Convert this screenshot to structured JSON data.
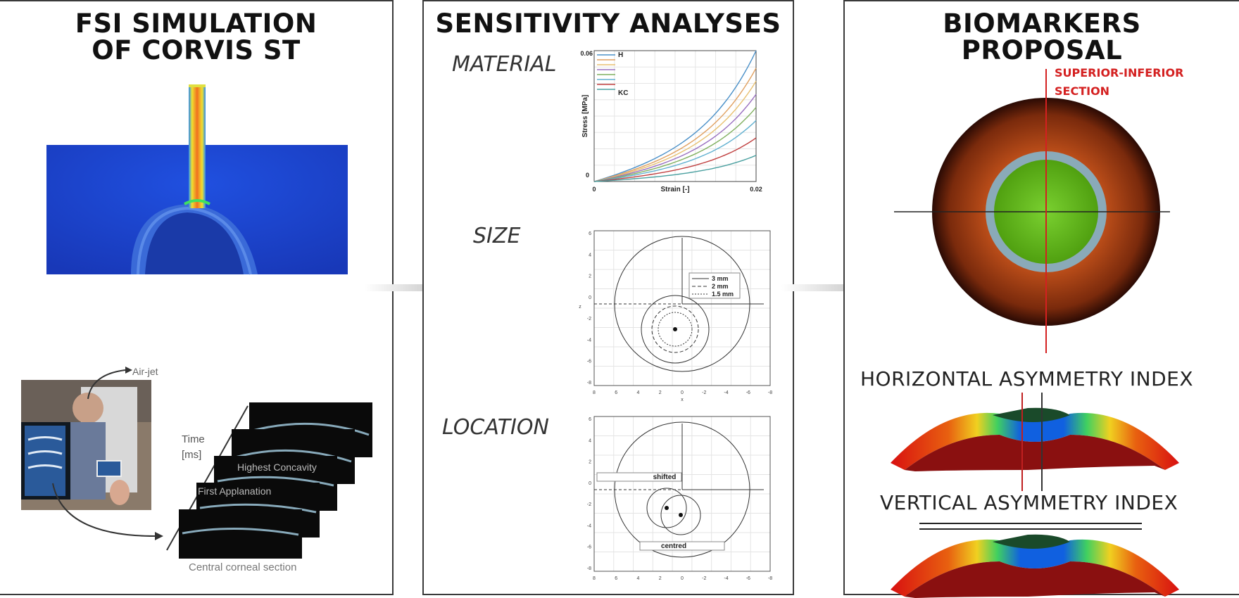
{
  "panels": {
    "left": {
      "title_line1": "FSI SIMULATION",
      "title_line2": "OF CORVIS ST",
      "airjet_label": "Air-jet",
      "time_label": "Time",
      "time_unit": "[ms]",
      "frame_labels": [
        "Highest Concavity",
        "First Applanation"
      ],
      "section_label": "Central corneal section"
    },
    "middle": {
      "title": "SENSITIVITY ANALYSES",
      "material_label": "MATERIAL",
      "size_label": "SIZE",
      "location_label": "LOCATION"
    },
    "right": {
      "title_line1": "BIOMARKERS",
      "title_line2": "PROPOSAL",
      "section_label_line1": "SUPERIOR-INFERIOR",
      "section_label_line2": "SECTION",
      "horizontal_label": "HORIZONTAL ASYMMETRY INDEX",
      "vertical_label": "VERTICAL ASYMMETRY INDEX"
    }
  },
  "colors": {
    "accent_red": "#d42020",
    "arrow_gray": "#c8c8c8",
    "sim_blue": "#1f4fd8"
  },
  "chart_data": [
    {
      "type": "line",
      "title": "",
      "xlabel": "Strain [-]",
      "ylabel": "Stress [MPa]",
      "xlim": [
        0,
        0.02
      ],
      "ylim": [
        0,
        0.06
      ],
      "x_tick_labels": [
        "0",
        "0.02"
      ],
      "y_tick_labels": [
        "0",
        "0.06"
      ],
      "legend_top": "H",
      "legend_bottom": "KC",
      "series": [
        {
          "color": "#4a90c8",
          "end_value": 0.06
        },
        {
          "color": "#e0a060",
          "end_value": 0.052
        },
        {
          "color": "#e8c070",
          "end_value": 0.046
        },
        {
          "color": "#9a70c0",
          "end_value": 0.04
        },
        {
          "color": "#80b060",
          "end_value": 0.034
        },
        {
          "color": "#60b0d0",
          "end_value": 0.028
        },
        {
          "color": "#c04040",
          "end_value": 0.02
        },
        {
          "color": "#4aa0a0",
          "end_value": 0.012
        }
      ]
    },
    {
      "type": "scatter",
      "title": "",
      "xlabel": "x",
      "ylabel": "z",
      "x_tick_labels": [
        "8",
        "6",
        "4",
        "2",
        "0",
        "-2",
        "-4",
        "-6",
        "-8"
      ],
      "y_tick_labels": [
        "6",
        "4",
        "2",
        "0",
        "-2",
        "-4",
        "-6",
        "-8"
      ],
      "legend": [
        "3 mm",
        "2 mm",
        "1.5 mm"
      ]
    },
    {
      "type": "scatter",
      "title": "",
      "x_tick_labels": [
        "8",
        "6",
        "4",
        "2",
        "0",
        "-2",
        "-4",
        "-6",
        "-8"
      ],
      "y_tick_labels": [
        "6",
        "4",
        "2",
        "0",
        "-2",
        "-4",
        "-6",
        "-8"
      ],
      "legend": [
        "shifted",
        "centred"
      ]
    }
  ]
}
